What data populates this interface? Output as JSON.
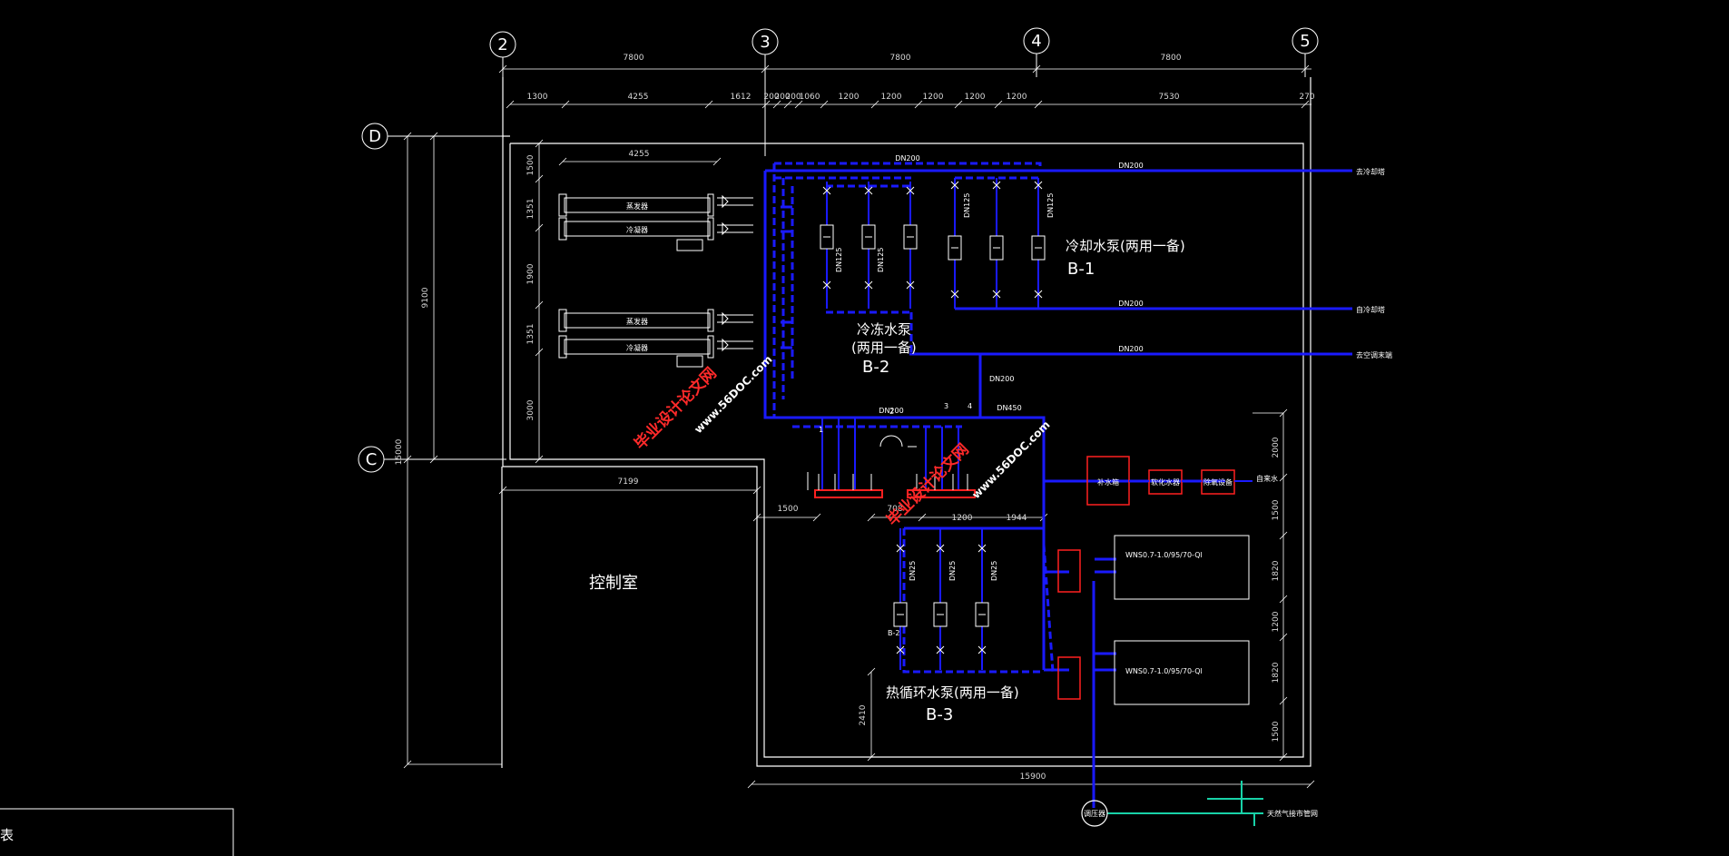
{
  "axes": {
    "columns": [
      "2",
      "3",
      "4",
      "5"
    ],
    "rows": [
      "D",
      "C"
    ]
  },
  "dims_top": {
    "spans": [
      "7800",
      "7800",
      "7800"
    ],
    "sub": [
      "1300",
      "4255",
      "1612",
      "200",
      "200",
      "200",
      "1060",
      "1200",
      "1200",
      "1200",
      "1200",
      "1200",
      "7530",
      "270"
    ]
  },
  "dims_left": {
    "total": "15000",
    "upper": "9100",
    "chiller_width": "4255",
    "sub": [
      "1500",
      "1351",
      "1900",
      "1351",
      "3000"
    ]
  },
  "dims_bottom": {
    "room_width": "7199",
    "offset": "1500",
    "pumps": [
      "708",
      "1200",
      "1944"
    ],
    "total": "15900",
    "left_height": "2410"
  },
  "dims_right": [
    "2000",
    "1500",
    "1820",
    "1200",
    "1820",
    "1500"
  ],
  "chillers": {
    "upper": [
      "蒸发器",
      "冷凝器"
    ],
    "lower": [
      "蒸发器",
      "冷凝器"
    ]
  },
  "pipe_sizes": {
    "dn200": "DN200",
    "dn125": "DN125",
    "dn450": "DN450",
    "dn25": "DN25"
  },
  "pipe_ends": {
    "top": "去冷却塔",
    "mid": "自冷却塔",
    "low": "去空调末端"
  },
  "labels": {
    "cooling_pump": "冷却水泵(两用一备)",
    "cooling_pump_id": "B-1",
    "chilled_pump": "冷冻水泵",
    "chilled_pump_sub": "(两用一备)",
    "chilled_pump_id": "B-2",
    "hot_pump": "热循环水泵(两用一备)",
    "hot_pump_id": "B-3",
    "control_room": "控制室",
    "water_tank": "补水箱",
    "softener": "软化水器",
    "pretreat": "除氧设备",
    "makeup_end": "自来水",
    "boiler1": "WNS0.7-1.0/95/70-Ql",
    "boiler2": "WNS0.7-1.0/95/70-Ql",
    "gas_station": "调压器",
    "gas_end": "天然气接市管网",
    "pump_small": "B-2",
    "legend_corner": "表"
  },
  "node_numbers": [
    "1",
    "2",
    "3",
    "4"
  ],
  "watermarks": [
    "毕业设计论文网",
    "www.56DOC.com",
    "毕业设计论文网",
    "www.56DOC.com"
  ],
  "colors": {
    "pipe": "#1a1aff",
    "wall": "#ffffff",
    "equipment": "#ff2020",
    "gas": "#18d2a8"
  }
}
